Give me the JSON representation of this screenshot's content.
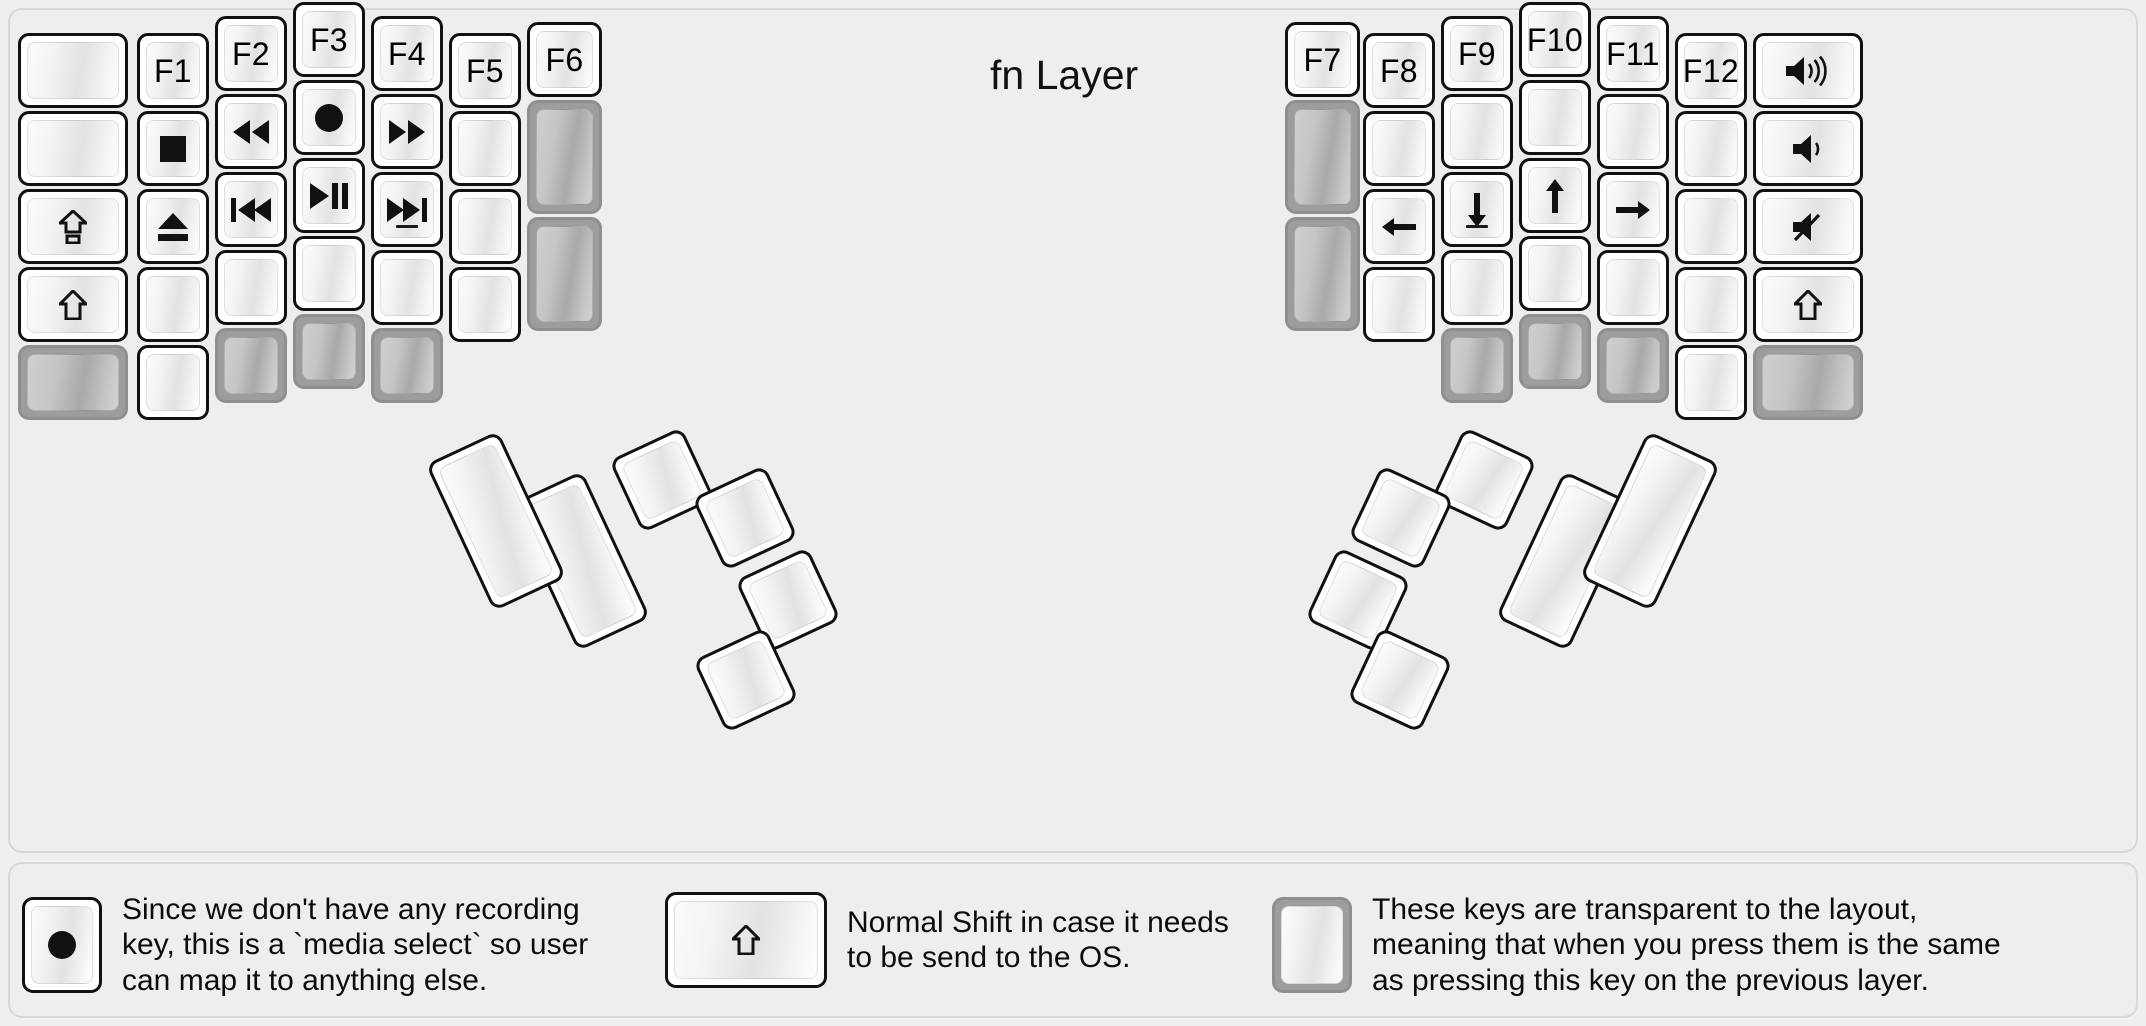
{
  "board": {
    "title": "fn Layer",
    "colors": {
      "background": "#efefef",
      "panel": "#eeeeee",
      "key_border": "#111111",
      "key_face_light": "#fbfbfb",
      "transparent_key": "#9d9d9d",
      "transparent_key_border": "#8f8f8f",
      "text": "#000000"
    }
  },
  "left_half": {
    "columns": [
      {
        "name": "pinky-outer",
        "keys": [
          {
            "label": "",
            "icon": "",
            "type": "normal"
          },
          {
            "label": "",
            "icon": "",
            "type": "normal"
          },
          {
            "label": "",
            "icon": "caps-lock-icon",
            "type": "normal"
          },
          {
            "label": "",
            "icon": "shift-icon",
            "type": "normal"
          },
          {
            "label": "",
            "icon": "",
            "type": "transparent"
          }
        ]
      },
      {
        "name": "pinky",
        "keys": [
          {
            "label": "F1",
            "icon": "",
            "type": "normal"
          },
          {
            "label": "",
            "icon": "media-stop-icon",
            "type": "normal"
          },
          {
            "label": "",
            "icon": "media-eject-icon",
            "type": "normal"
          },
          {
            "label": "",
            "icon": "",
            "type": "normal"
          },
          {
            "label": "",
            "icon": "",
            "type": "normal"
          }
        ]
      },
      {
        "name": "ring",
        "keys": [
          {
            "label": "F2",
            "icon": "",
            "type": "normal"
          },
          {
            "label": "",
            "icon": "media-rewind-icon",
            "type": "normal"
          },
          {
            "label": "",
            "icon": "media-previous-icon",
            "type": "normal"
          },
          {
            "label": "",
            "icon": "",
            "type": "normal"
          },
          {
            "label": "",
            "icon": "",
            "type": "transparent"
          }
        ]
      },
      {
        "name": "middle",
        "keys": [
          {
            "label": "F3",
            "icon": "",
            "type": "normal"
          },
          {
            "label": "",
            "icon": "media-record-icon",
            "type": "normal"
          },
          {
            "label": "",
            "icon": "media-play-pause-icon",
            "type": "normal"
          },
          {
            "label": "",
            "icon": "",
            "type": "normal"
          },
          {
            "label": "",
            "icon": "",
            "type": "transparent"
          }
        ]
      },
      {
        "name": "index",
        "keys": [
          {
            "label": "F4",
            "icon": "",
            "type": "normal"
          },
          {
            "label": "",
            "icon": "media-fast-forward-icon",
            "type": "normal"
          },
          {
            "label": "",
            "icon": "media-next-icon",
            "type": "normal",
            "sub": "underscore"
          },
          {
            "label": "",
            "icon": "",
            "type": "normal"
          },
          {
            "label": "",
            "icon": "",
            "type": "transparent"
          }
        ]
      },
      {
        "name": "index-inner",
        "keys": [
          {
            "label": "F5",
            "icon": "",
            "type": "normal"
          },
          {
            "label": "",
            "icon": "",
            "type": "normal"
          },
          {
            "label": "",
            "icon": "",
            "type": "normal"
          },
          {
            "label": "",
            "icon": "",
            "type": "normal"
          }
        ]
      },
      {
        "name": "inner-extra",
        "keys": [
          {
            "label": "F6",
            "icon": "",
            "type": "normal"
          },
          {
            "label": "",
            "icon": "",
            "type": "transparent"
          },
          {
            "label": "",
            "icon": "",
            "type": "transparent"
          }
        ]
      }
    ],
    "thumb_cluster": [
      {
        "label": "",
        "icon": "",
        "type": "normal"
      },
      {
        "label": "",
        "icon": "",
        "type": "normal"
      },
      {
        "label": "",
        "icon": "",
        "type": "normal"
      },
      {
        "label": "",
        "icon": "",
        "type": "normal"
      },
      {
        "label": "",
        "icon": "",
        "type": "normal"
      },
      {
        "label": "",
        "icon": "",
        "type": "normal"
      }
    ]
  },
  "right_half": {
    "columns": [
      {
        "name": "inner-extra",
        "keys": [
          {
            "label": "F7",
            "icon": "",
            "type": "normal"
          },
          {
            "label": "",
            "icon": "",
            "type": "transparent"
          },
          {
            "label": "",
            "icon": "",
            "type": "transparent"
          }
        ]
      },
      {
        "name": "index-inner",
        "keys": [
          {
            "label": "F8",
            "icon": "",
            "type": "normal"
          },
          {
            "label": "",
            "icon": "",
            "type": "normal"
          },
          {
            "label": "",
            "icon": "arrow-left-icon",
            "type": "normal"
          },
          {
            "label": "",
            "icon": "",
            "type": "normal"
          }
        ]
      },
      {
        "name": "index",
        "keys": [
          {
            "label": "F9",
            "icon": "",
            "type": "normal"
          },
          {
            "label": "",
            "icon": "",
            "type": "normal"
          },
          {
            "label": "",
            "icon": "arrow-down-icon",
            "type": "normal",
            "sub": "underscore"
          },
          {
            "label": "",
            "icon": "",
            "type": "normal"
          },
          {
            "label": "",
            "icon": "",
            "type": "transparent"
          }
        ]
      },
      {
        "name": "middle",
        "keys": [
          {
            "label": "F10",
            "icon": "",
            "type": "normal"
          },
          {
            "label": "",
            "icon": "",
            "type": "normal"
          },
          {
            "label": "",
            "icon": "arrow-up-icon",
            "type": "normal"
          },
          {
            "label": "",
            "icon": "",
            "type": "normal"
          },
          {
            "label": "",
            "icon": "",
            "type": "transparent"
          }
        ]
      },
      {
        "name": "ring",
        "keys": [
          {
            "label": "F11",
            "icon": "",
            "type": "normal"
          },
          {
            "label": "",
            "icon": "",
            "type": "normal"
          },
          {
            "label": "",
            "icon": "arrow-right-icon",
            "type": "normal"
          },
          {
            "label": "",
            "icon": "",
            "type": "normal"
          },
          {
            "label": "",
            "icon": "",
            "type": "transparent"
          }
        ]
      },
      {
        "name": "pinky",
        "keys": [
          {
            "label": "F12",
            "icon": "",
            "type": "normal"
          },
          {
            "label": "",
            "icon": "",
            "type": "normal"
          },
          {
            "label": "",
            "icon": "",
            "type": "normal"
          },
          {
            "label": "",
            "icon": "",
            "type": "normal"
          },
          {
            "label": "",
            "icon": "",
            "type": "normal"
          }
        ]
      },
      {
        "name": "pinky-outer",
        "keys": [
          {
            "label": "",
            "icon": "volume-up-icon",
            "type": "normal"
          },
          {
            "label": "",
            "icon": "volume-down-icon",
            "type": "normal"
          },
          {
            "label": "",
            "icon": "volume-mute-icon",
            "type": "normal"
          },
          {
            "label": "",
            "icon": "shift-icon",
            "type": "normal"
          },
          {
            "label": "",
            "icon": "",
            "type": "transparent"
          }
        ]
      }
    ],
    "thumb_cluster": [
      {
        "label": "",
        "icon": "",
        "type": "normal"
      },
      {
        "label": "",
        "icon": "",
        "type": "normal"
      },
      {
        "label": "",
        "icon": "",
        "type": "normal"
      },
      {
        "label": "",
        "icon": "",
        "type": "normal"
      },
      {
        "label": "",
        "icon": "",
        "type": "normal"
      },
      {
        "label": "",
        "icon": "",
        "type": "normal"
      }
    ]
  },
  "legend": {
    "items": [
      {
        "icon": "media-record-icon",
        "key_type": "normal",
        "text": "Since we don't have any recording\nkey, this is a `media select` so user\ncan map it to anything else."
      },
      {
        "icon": "shift-icon",
        "key_type": "normal",
        "text": "Normal Shift in case it needs\nto be send to the OS."
      },
      {
        "icon": "",
        "key_type": "transparent",
        "text": "These keys are transparent to the layout,\nmeaning that when you press them is the same\nas pressing this key on the previous layer."
      }
    ]
  }
}
